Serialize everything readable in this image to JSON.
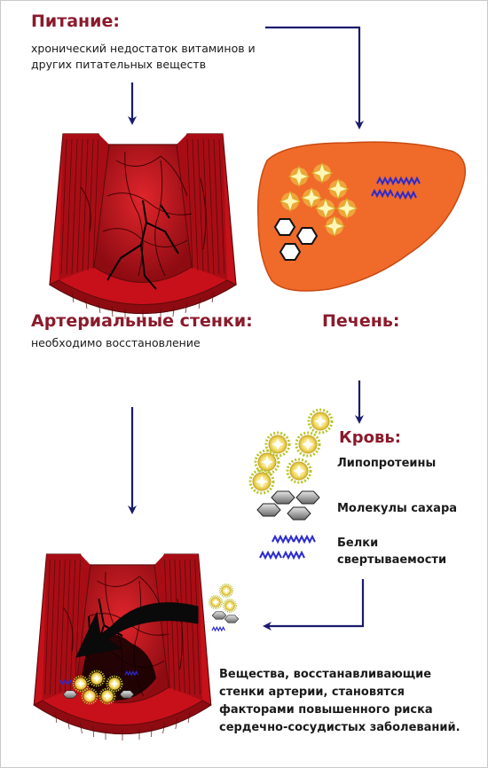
{
  "nutrition": {
    "title": "Питание:",
    "text_line1": "хронический недостаток витаминов и",
    "text_line2": "других питательных веществ"
  },
  "arterial_walls": {
    "title": "Артериальные стенки:",
    "text": "необходимо восстановление"
  },
  "liver": {
    "title": "Печень:"
  },
  "blood": {
    "title": "Кровь:",
    "legend": {
      "lipoproteins": "Липопротеины",
      "sugar_molecules": "Молекулы сахара",
      "clotting_proteins_line1": "Белки",
      "clotting_proteins_line2": "свертываемости"
    }
  },
  "conclusion": {
    "line1": "Вещества, восстанавливающие",
    "line2": "стенки артерии, становятся",
    "line3": "факторами повышенного риска",
    "line4": "сердечно-сосудистых заболеваний."
  },
  "colors": {
    "heading": "#8b1a2b",
    "arrow": "#1a1a6e",
    "artery_red": "#c8101a",
    "liver_orange": "#f06a2a",
    "lipoprotein_yellow": "#f2d24a",
    "clotting_blue": "#2a2ad0",
    "sugar_gray": "#8a8a8a"
  }
}
